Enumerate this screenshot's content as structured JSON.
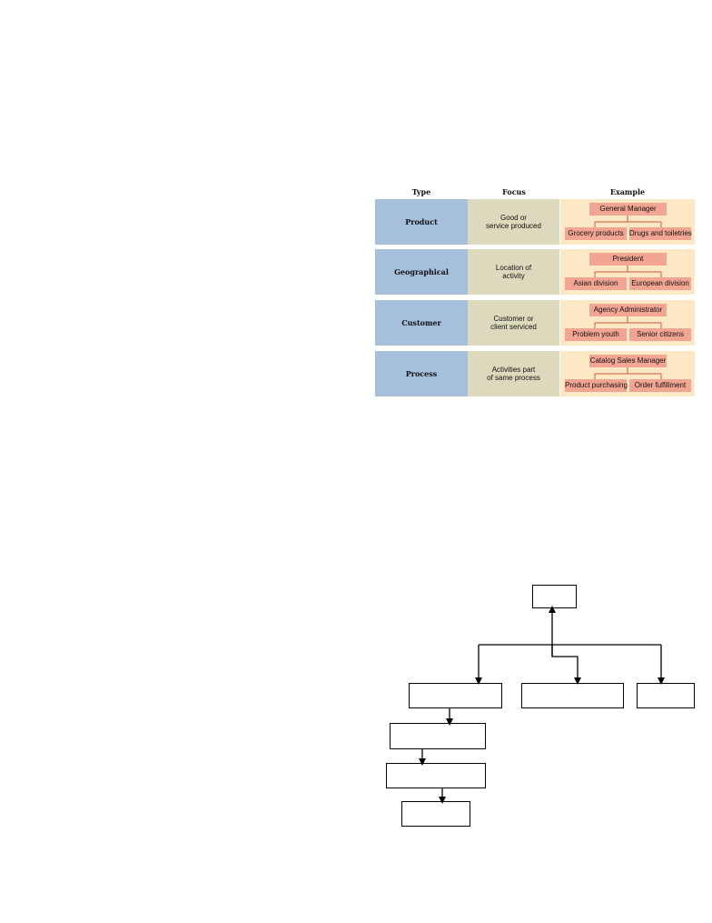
{
  "table": {
    "headers": {
      "type": "Type",
      "focus": "Focus",
      "example": "Example"
    },
    "rows": [
      {
        "type": "Product",
        "focus": "Good or\nservice produced",
        "top": "General Manager",
        "left": "Grocery products",
        "right": "Drugs and toiletries"
      },
      {
        "type": "Geographical",
        "focus": "Location of\nactivity",
        "top": "President",
        "left": "Asian division",
        "right": "European division"
      },
      {
        "type": "Customer",
        "focus": "Customer or\nclient serviced",
        "top": "Agency Administrator",
        "left": "Problem youth",
        "right": "Senior citizens"
      },
      {
        "type": "Process",
        "focus": "Activities part\nof same process",
        "top": "Catalog Sales Manager",
        "left": "Product purchasing",
        "right": "Order fulfillment"
      }
    ]
  },
  "colors": {
    "type_cell": "#a5bfdd",
    "focus_cell": "#ddd9bd",
    "example_cell": "#fde8c6",
    "example_box": "#f3a593",
    "example_line": "#d05a3c"
  }
}
